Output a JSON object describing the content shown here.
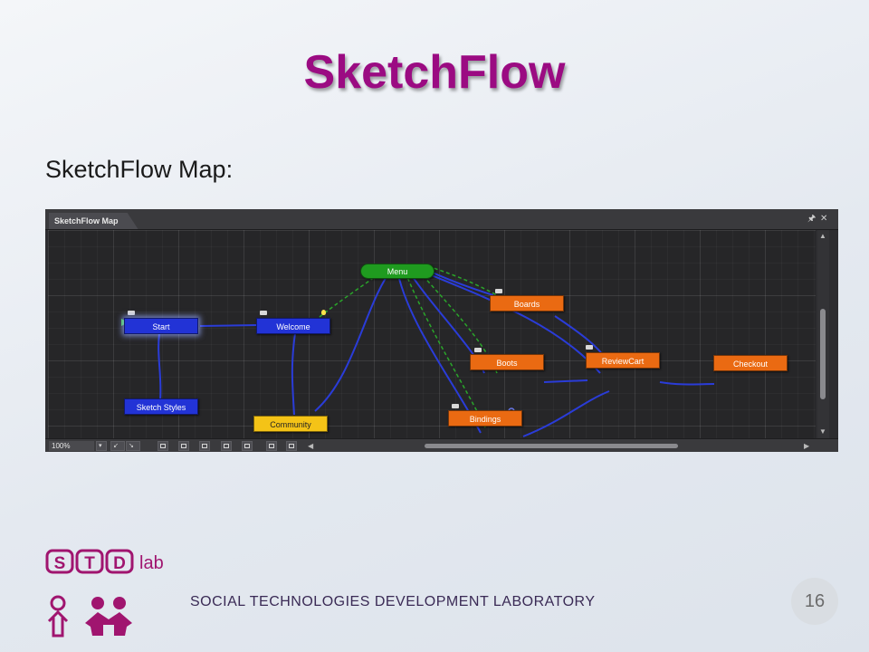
{
  "slide": {
    "title": "SketchFlow",
    "subtitle": "SketchFlow Map:",
    "footer_text": "SOCIAL TECHNOLOGIES DEVELOPMENT LABORATORY",
    "page_number": "16",
    "title_color": "#9b0b82"
  },
  "logo": {
    "letters": [
      "S",
      "T",
      "D"
    ],
    "suffix": "lab",
    "color": "#a0156f"
  },
  "panel": {
    "tab_label": "SketchFlow Map",
    "pin_icon": "pin-icon",
    "close_icon": "close-icon",
    "zoom": "100%",
    "nodes": {
      "menu": "Menu",
      "start": "Start",
      "welcome": "Welcome",
      "sketch_styles": "Sketch Styles",
      "community": "Community",
      "boards": "Boards",
      "boots": "Boots",
      "bindings": "Bindings",
      "review_cart": "ReviewCart",
      "checkout": "Checkout"
    },
    "colors": {
      "navigation_node": "#2233d6",
      "component_node": "#f4c317",
      "screen_node": "#ea6a12",
      "menu_node": "#1f9b1f",
      "navigation_link": "#2a3cd8",
      "composition_link": "#2aa52a"
    }
  }
}
